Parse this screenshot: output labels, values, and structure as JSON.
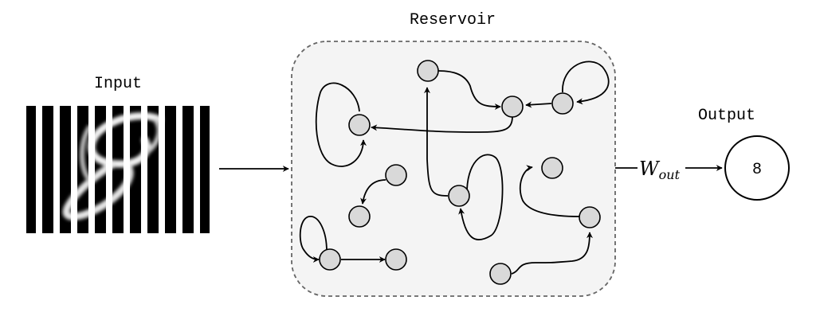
{
  "labels": {
    "reservoir": "Reservoir",
    "input": "Input",
    "output": "Output",
    "weight_symbol": "W",
    "weight_subscript": "out",
    "output_value": "8"
  },
  "colors": {
    "node_fill": "#d9d9d9",
    "reservoir_fill": "#f4f4f4",
    "reservoir_border": "#666666",
    "stroke": "#000000"
  },
  "icons": {
    "input": "handwritten-digit-eight-barcode-icon"
  }
}
